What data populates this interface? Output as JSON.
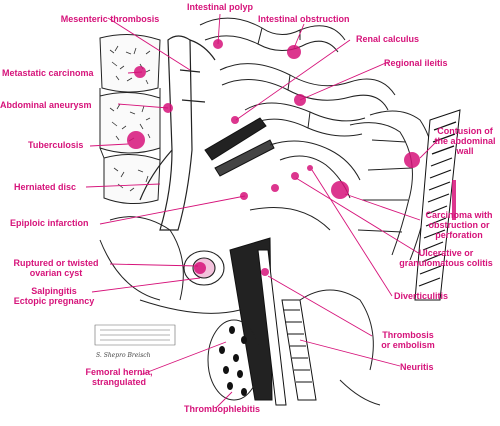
{
  "colors": {
    "accent": "#d6137a",
    "ink": "#1a1a1a",
    "paper": "#ffffff"
  },
  "labels": {
    "mesenteric_thrombosis": "Mesenteric thrombosis",
    "intestinal_polyp": "Intestinal polyp",
    "intestinal_obstruction": "Intestinal obstruction",
    "renal_calculus": "Renal calculus",
    "metastatic_carcinoma": "Metastatic carcinoma",
    "regional_ileitis": "Regional ileitis",
    "abdominal_aneurysm": "Abdominal aneurysm",
    "contusion_1": "Contusion of",
    "contusion_2": "the abdominal",
    "contusion_3": "wall",
    "tuberculosis": "Tuberculosis",
    "herniated_disc": "Herniated disc",
    "carcinoma_1": "Carcinoma with",
    "carcinoma_2": "obstruction or",
    "carcinoma_3": "perforation",
    "epiploic_infarction": "Epiploic infarction",
    "ruptured_1": "Ruptured or twisted",
    "ruptured_2": "ovarian cyst",
    "ulcerative_1": "Ulcerative or",
    "ulcerative_2": "granulomatous colitis",
    "salpingitis": "Salpingitis",
    "ectopic_pregnancy": "Ectopic pregnancy",
    "diverticulitis": "Diverticulitis",
    "thrombosis_1": "Thrombosis",
    "thrombosis_2": "or embolism",
    "femoral_1": "Femoral hernia,",
    "femoral_2": "strangulated",
    "neuritis": "Neuritis",
    "thrombophlebitis": "Thrombophlebitis"
  },
  "signature": "S. Shepro Breisch"
}
